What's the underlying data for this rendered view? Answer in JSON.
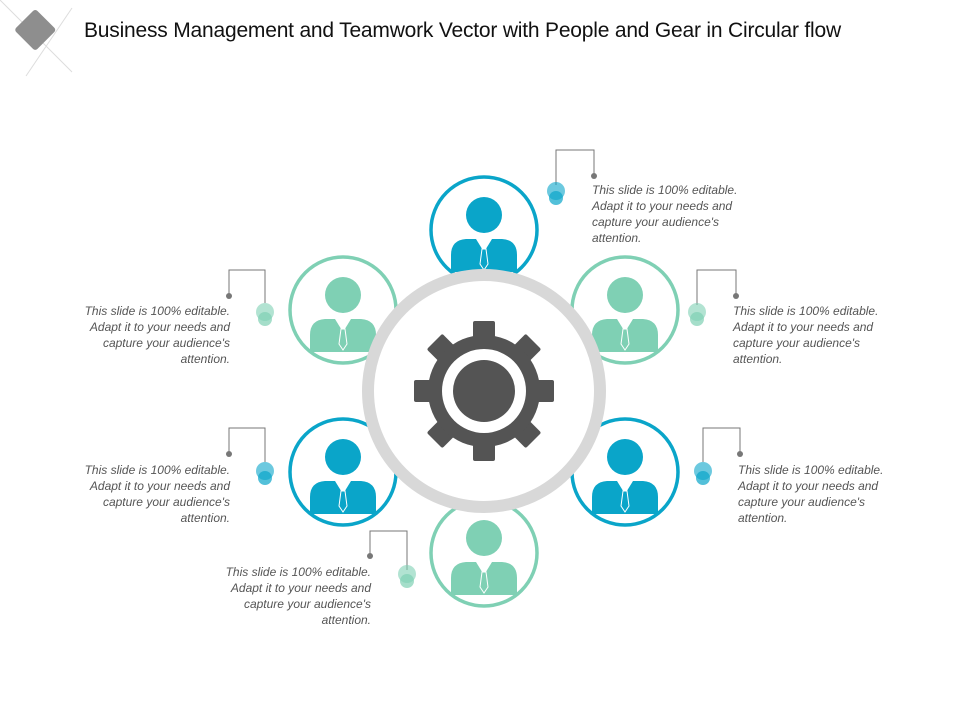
{
  "title": "Business Management and Teamwork Vector with People and Gear in Circular flow",
  "colors": {
    "teal": "#0aa5c9",
    "mint": "#7fd0b4",
    "gear": "#545454",
    "ring": "#d8d8d8",
    "connector": "#777777"
  },
  "center": {
    "icon": "gear-icon"
  },
  "people": [
    {
      "id": "top",
      "color": "teal"
    },
    {
      "id": "upper-right",
      "color": "mint"
    },
    {
      "id": "lower-right",
      "color": "teal"
    },
    {
      "id": "bottom",
      "color": "mint"
    },
    {
      "id": "lower-left",
      "color": "teal"
    },
    {
      "id": "upper-left",
      "color": "mint"
    }
  ],
  "notes": [
    {
      "id": "top",
      "text": "This slide is 100% editable. Adapt it to your needs and capture your audience's attention."
    },
    {
      "id": "upper-right",
      "text": "This slide is 100% editable. Adapt it to your needs and capture your audience's attention."
    },
    {
      "id": "lower-right",
      "text": "This slide is 100% editable. Adapt it to your needs and capture your audience's attention."
    },
    {
      "id": "bottom",
      "text": "This slide is 100% editable. Adapt it to your needs and capture your audience's attention."
    },
    {
      "id": "lower-left",
      "text": "This slide is 100% editable. Adapt it to your needs and capture your audience's attention."
    },
    {
      "id": "upper-left",
      "text": "This slide is 100% editable. Adapt it to your needs and capture your audience's attention."
    }
  ]
}
